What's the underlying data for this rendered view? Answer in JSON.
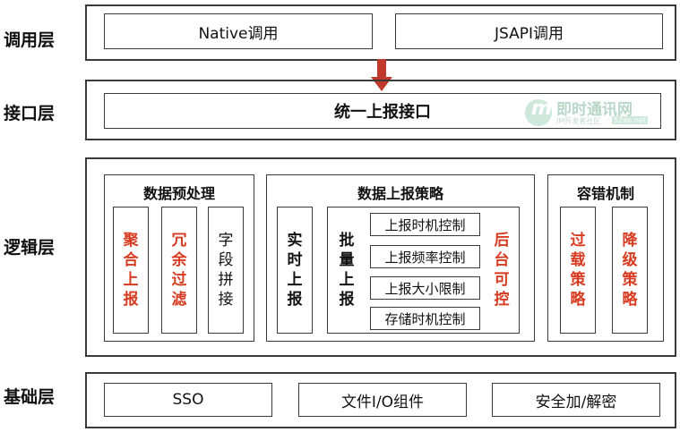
{
  "layers": {
    "call": "调用层",
    "interface": "接口层",
    "logic": "逻辑层",
    "base": "基础层"
  },
  "call_layer": {
    "native": "Native调用",
    "jsapi": "JSAPI调用"
  },
  "interface_layer": {
    "unified": "统一上报接口"
  },
  "logic_layer": {
    "preprocess": {
      "title": "数据预处理",
      "items": [
        "聚合上报",
        "冗余过滤",
        "字段拼接"
      ]
    },
    "strategy": {
      "title": "数据上报策略",
      "realtime": "实时上报",
      "batch": "批量上报",
      "batch_items": [
        "上报时机控制",
        "上报频率控制",
        "上报大小限制",
        "存储时机控制"
      ],
      "backend": "后台可控"
    },
    "fault": {
      "title": "容错机制",
      "items": [
        "过载策略",
        "降级策略"
      ]
    }
  },
  "base_layer": {
    "items": [
      "SSO",
      "文件I/O组件",
      "安全加/解密"
    ]
  },
  "watermark": {
    "brand": "即时通讯网",
    "sub": "IM开发者社区",
    "domain": "52im.net",
    "logo_letter": "m"
  },
  "colors": {
    "accent_red": "#d83a1f",
    "arrow": "#c0392b",
    "border": "#3a3a3a"
  }
}
